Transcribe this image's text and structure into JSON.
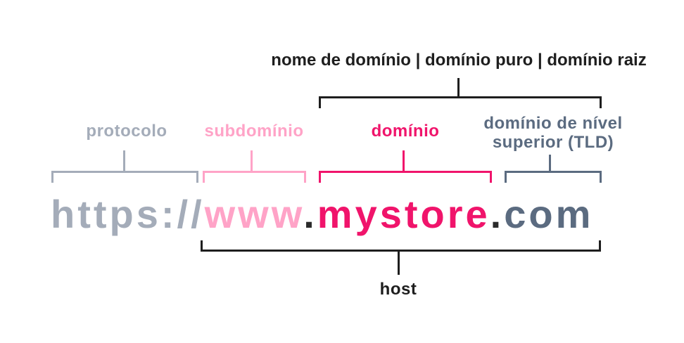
{
  "colors": {
    "dark": "#1e1e1e",
    "gray": "#a4acb9",
    "pink": "#ffa3c7",
    "magenta": "#f0146b",
    "slate": "#5b6b80",
    "background": "#ffffff"
  },
  "annotation_top": {
    "label": "nome de domínio | domínio puro | domínio raiz"
  },
  "parts": {
    "protocol": {
      "label": "protocolo",
      "text": "https://"
    },
    "subdomain": {
      "label": "subdomínio",
      "text": "www"
    },
    "domain": {
      "label": "domínio",
      "text": "mystore"
    },
    "tld": {
      "label_line1": "domínio de nível",
      "label_line2": "superior (TLD)",
      "text": "com"
    },
    "separator": "."
  },
  "annotation_bottom": {
    "label": "host"
  }
}
